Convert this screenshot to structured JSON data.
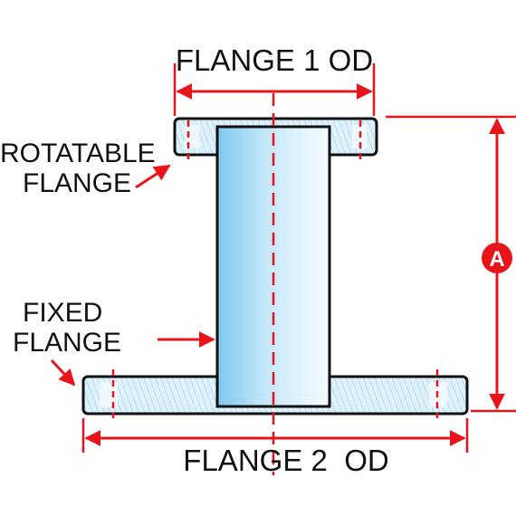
{
  "labels": {
    "flange1_od": "FLANGE 1 OD",
    "flange2_od": "FLANGE 2  OD",
    "rotatable_line1": "ROTATABLE",
    "rotatable_line2": "FLANGE",
    "fixed_line1": "FIXED",
    "fixed_line2": "FLANGE",
    "dimension_a": "A"
  },
  "colors": {
    "dimension_red": "#e8141c",
    "outline": "#111111",
    "tube_light": "#f2fbff",
    "tube_blue": "#7fc6ee",
    "flange_fill": "#d6ecf8",
    "hatch": "#8fc9e8"
  }
}
